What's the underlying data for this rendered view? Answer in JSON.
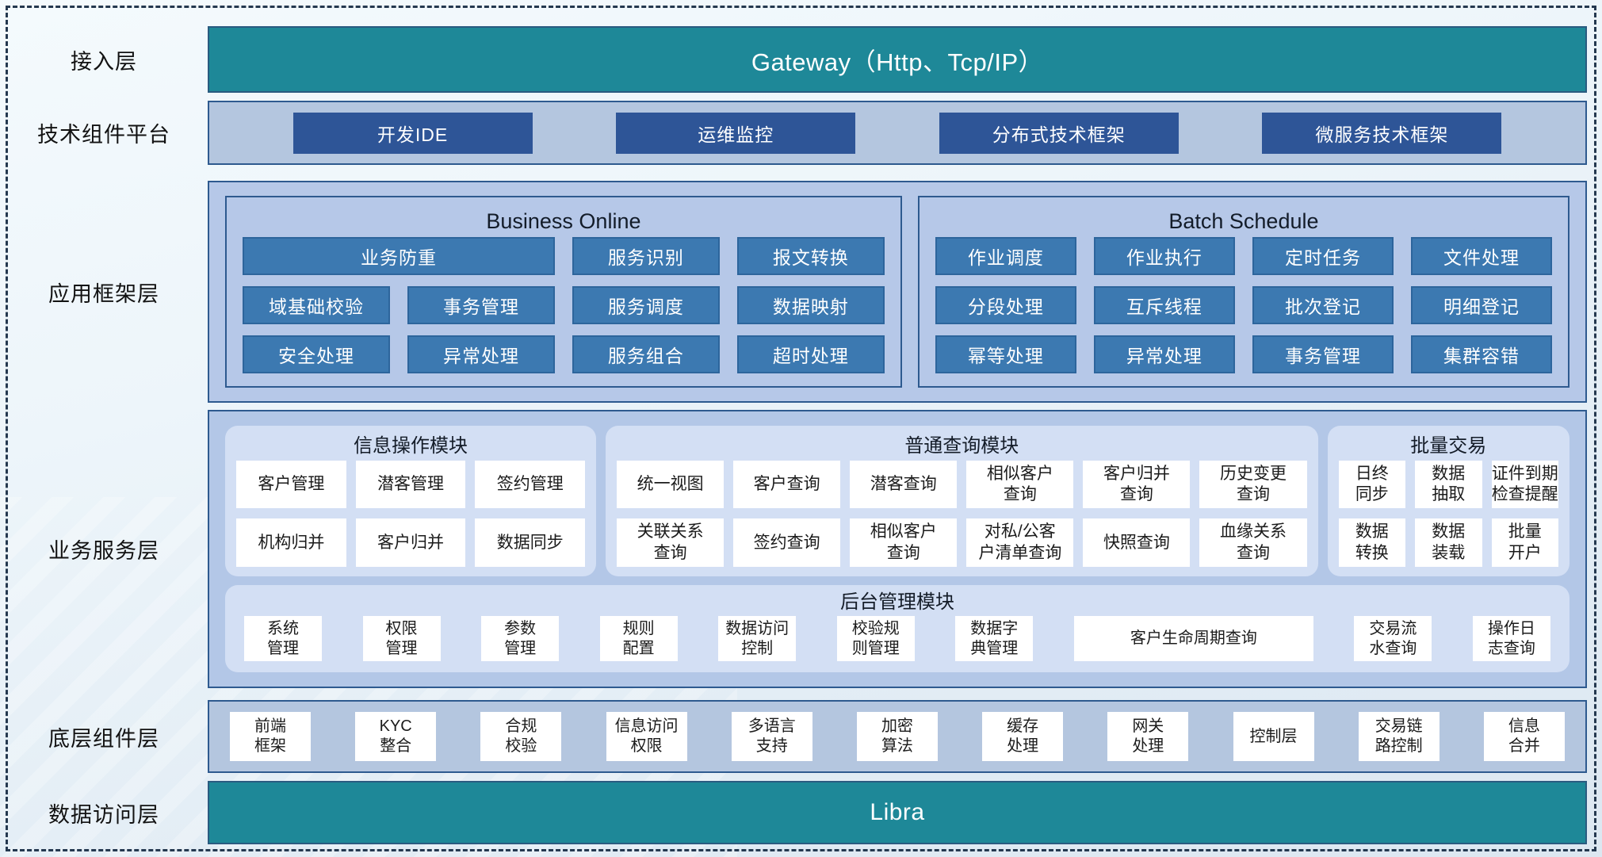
{
  "layers": {
    "access": {
      "label": "接入层",
      "gateway": "Gateway（Http、Tcp/IP）"
    },
    "tech_platform": {
      "label": "技术组件平台",
      "items": [
        "开发IDE",
        "运维监控",
        "分布式技术框架",
        "微服务技术框架"
      ]
    },
    "app_framework": {
      "label": "应用框架层",
      "business_online": {
        "title": "Business Online",
        "row1": [
          "业务防重",
          "服务识别",
          "报文转换"
        ],
        "row2": [
          "域基础校验",
          "事务管理",
          "服务调度",
          "数据映射"
        ],
        "row3": [
          "安全处理",
          "异常处理",
          "服务组合",
          "超时处理"
        ]
      },
      "batch_schedule": {
        "title": "Batch Schedule",
        "row1": [
          "作业调度",
          "作业执行",
          "定时任务",
          "文件处理"
        ],
        "row2": [
          "分段处理",
          "互斥线程",
          "批次登记",
          "明细登记"
        ],
        "row3": [
          "幂等处理",
          "异常处理",
          "事务管理",
          "集群容错"
        ]
      }
    },
    "business_service": {
      "label": "业务服务层",
      "info_module": {
        "title": "信息操作模块",
        "row1": [
          "客户管理",
          "潜客管理",
          "签约管理"
        ],
        "row2": [
          "机构归并",
          "客户归并",
          "数据同步"
        ]
      },
      "query_module": {
        "title": "普通查询模块",
        "row1": [
          "统一视图",
          "客户查询",
          "潜客查询",
          "相似客户\n查询",
          "客户归并\n查询",
          "历史变更\n查询"
        ],
        "row2": [
          "关联关系\n查询",
          "签约查询",
          "相似客户\n查询",
          "对私/公客\n户清单查询",
          "快照查询",
          "血缘关系\n查询"
        ]
      },
      "batch_trade": {
        "title": "批量交易",
        "row1": [
          "日终\n同步",
          "数据\n抽取",
          "证件到期\n检查提醒"
        ],
        "row2": [
          "数据\n转换",
          "数据\n装载",
          "批量\n开户"
        ]
      },
      "admin_module": {
        "title": "后台管理模块",
        "items": [
          "系统\n管理",
          "权限\n管理",
          "参数\n管理",
          "规则\n配置",
          "数据访问\n控制",
          "校验规\n则管理",
          "数据字\n典管理",
          "客户生命周期查询",
          "交易流\n水查询",
          "操作日\n志查询"
        ]
      }
    },
    "base_components": {
      "label": "底层组件层",
      "items": [
        "前端\n框架",
        "KYC\n整合",
        "合规\n校验",
        "信息访问\n权限",
        "多语言\n支持",
        "加密\n算法",
        "缓存\n处理",
        "网关\n处理",
        "控制层",
        "交易链\n路控制",
        "信息\n合并"
      ]
    },
    "data_access": {
      "label": "数据访问层",
      "bar": "Libra"
    }
  },
  "colors": {
    "teal": "#1e8898",
    "navy_button": "#2e5597",
    "steel_button": "#3c79b1",
    "container": "#b4c8e8",
    "module_panel": "#d3dff4",
    "border": "#2e5a8f"
  }
}
